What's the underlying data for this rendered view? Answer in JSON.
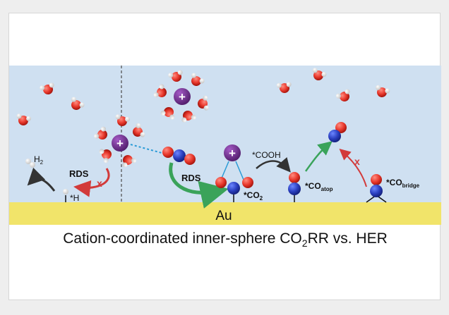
{
  "diagram": {
    "surface_label": "Au",
    "caption_prefix": "Cation-coordinated inner-sphere CO",
    "caption_sub": "2",
    "caption_suffix": "RR vs. HER",
    "labels": {
      "h2_main": "H",
      "h2_sub": "2",
      "h_ads": "*H",
      "rds_left": "RDS",
      "rds_right": "RDS",
      "cooh": "*COOH",
      "co2_main": "*CO",
      "co2_sub": "2",
      "co_atop_main": "*CO",
      "co_atop_sub": "atop",
      "co_bridge_main": "*CO",
      "co_bridge_sub": "bridge",
      "cation_symbol": "+",
      "block_mark": "x"
    }
  },
  "colors": {
    "electrolyte": "#cfe0f1",
    "gold_surface": "#f1e46a",
    "oxygen": "#e8382c",
    "carbon": "#2a3fbf",
    "cation": "#6b2a8a",
    "green_arrow": "#3aa35a",
    "red_arrow": "#d23a3a"
  }
}
